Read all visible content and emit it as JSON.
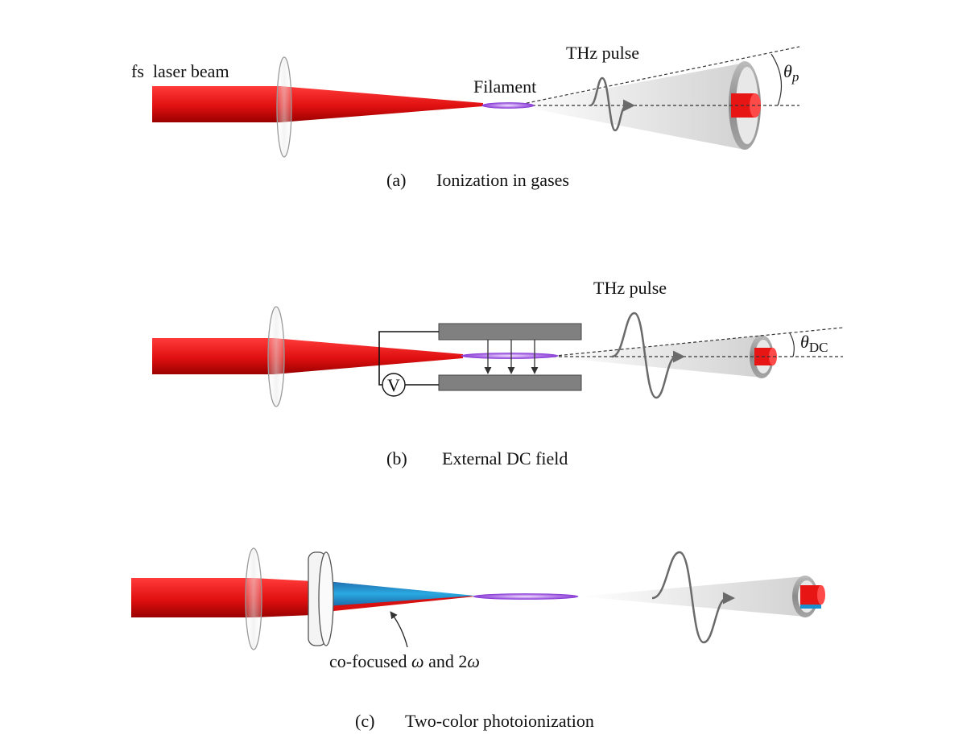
{
  "panels": [
    {
      "id": "a",
      "labels": {
        "beam": "fs  laser beam",
        "thz": "THz pulse",
        "filament": "Filament",
        "angle": "θ",
        "angle_sub": "p"
      },
      "caption": {
        "letter": "(a)",
        "text": "Ionization in gases"
      }
    },
    {
      "id": "b",
      "labels": {
        "thz": "THz pulse",
        "voltage": "V",
        "angle": "θ",
        "angle_sub": "DC"
      },
      "caption": {
        "letter": "(b)",
        "text": "External DC field"
      }
    },
    {
      "id": "c",
      "labels": {
        "cofocus_pre": "co-focused ",
        "omega": "ω",
        "cofocus_mid": " and 2",
        "omega2": "ω"
      },
      "caption": {
        "letter": "(c)",
        "text": "Two-color photoionization"
      }
    }
  ],
  "colors": {
    "laser_red": "#ee1111",
    "second_harmonic_blue": "#1a8fd0",
    "filament_purple": "#9b55e0",
    "cone_gray": "#c8c8c8",
    "wave_gray": "#707070",
    "plate_gray": "#808080"
  }
}
